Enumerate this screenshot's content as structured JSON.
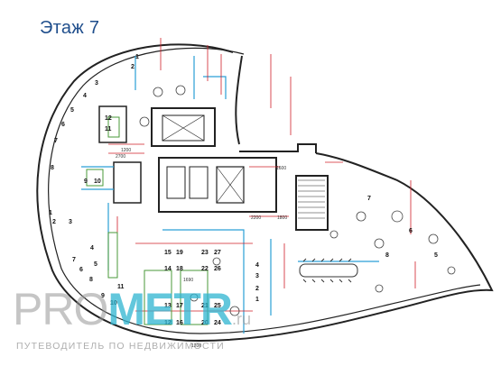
{
  "title": "Этаж 7",
  "watermark": {
    "brand_pro": "PRO",
    "brand_metr": "METR",
    "brand_suffix": ".ru",
    "tagline": "ПУТЕВОДИТЕЛЬ ПО НЕДВИЖИМОСТИ"
  },
  "colors": {
    "title": "#1f4e8c",
    "walls": "#222222",
    "furniture": "#555555",
    "annotations": "#d0202a",
    "partitions": "#2a9fd6",
    "desks": "#4a9a3a"
  },
  "dimensions": {
    "d2700": "2700",
    "d1200": "1200",
    "d1600": "1600",
    "d2200": "2200",
    "d1800": "1800",
    "d1690": "1690",
    "d1200b": "1200"
  },
  "workstations": {
    "top_arc": [
      "2",
      "3",
      "4",
      "5",
      "6",
      "7",
      "8"
    ],
    "block_left": [
      "12",
      "11"
    ],
    "top_right": [
      "1"
    ],
    "mid_left": [
      "9",
      "10"
    ],
    "west_wing": [
      "1",
      "2",
      "3",
      "4",
      "5",
      "6",
      "7",
      "8",
      "9",
      "10",
      "11"
    ],
    "center_upper": [
      "15",
      "19",
      "23",
      "27",
      "14",
      "18",
      "22",
      "26"
    ],
    "center_lower": [
      "13",
      "17",
      "21",
      "25",
      "12",
      "16",
      "20",
      "24"
    ],
    "center_mid": [
      "4",
      "3",
      "2",
      "1"
    ],
    "east_wing": [
      "7",
      "6",
      "8",
      "5"
    ]
  }
}
